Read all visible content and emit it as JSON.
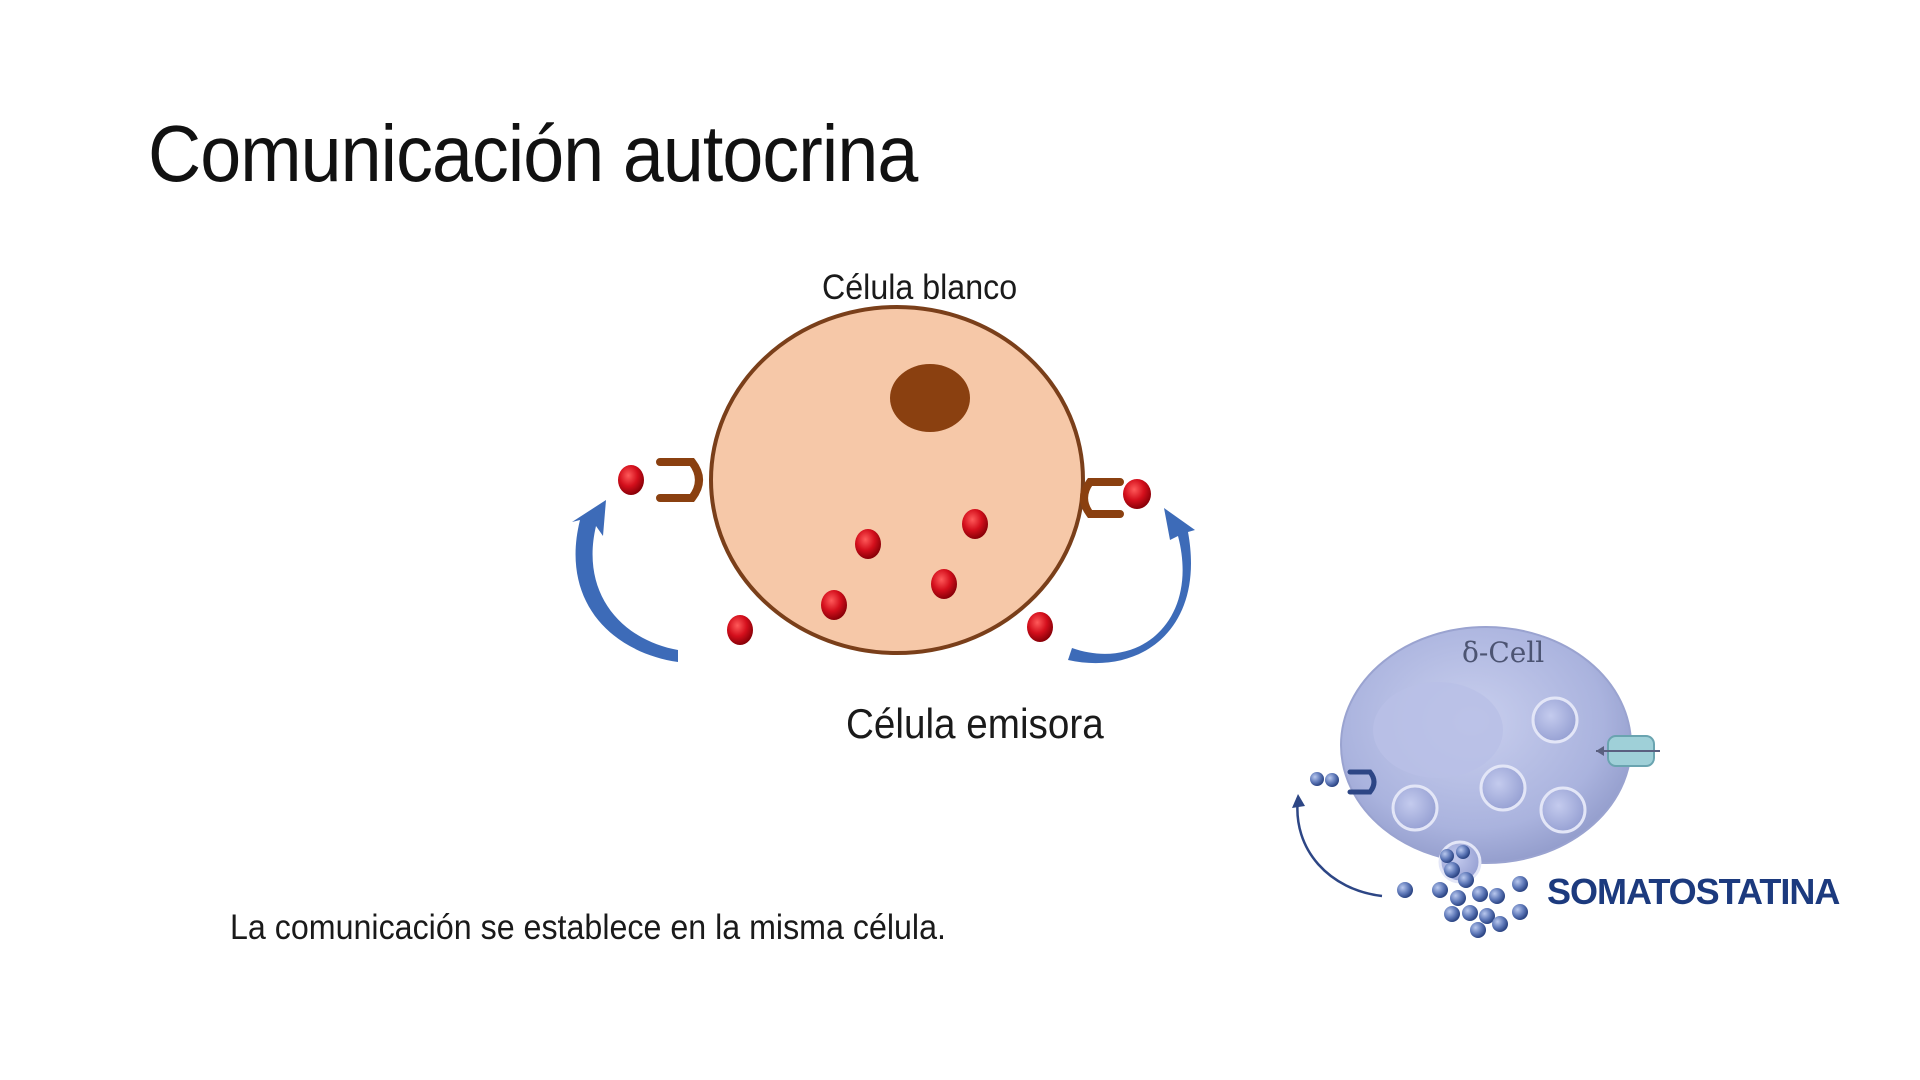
{
  "slide": {
    "title": "Comunicación autocrina",
    "caption": "La comunicación se establece en la misma célula."
  },
  "diagram": {
    "target_label": "Célula blanco",
    "emitter_label": "Célula emisora",
    "photo": {
      "cell_label": "δ-Cell",
      "molecule_label": "SOMATOSTATINA"
    }
  },
  "colors": {
    "cell_fill": "#f6c8a8",
    "cell_border": "#7a3f1a",
    "nucleus": "#8a4010",
    "molecule": "#d40f1c",
    "arrow": "#3d6bb8",
    "delta_cell": "#aab3de",
    "somatostatina": "#1c3a7e"
  }
}
